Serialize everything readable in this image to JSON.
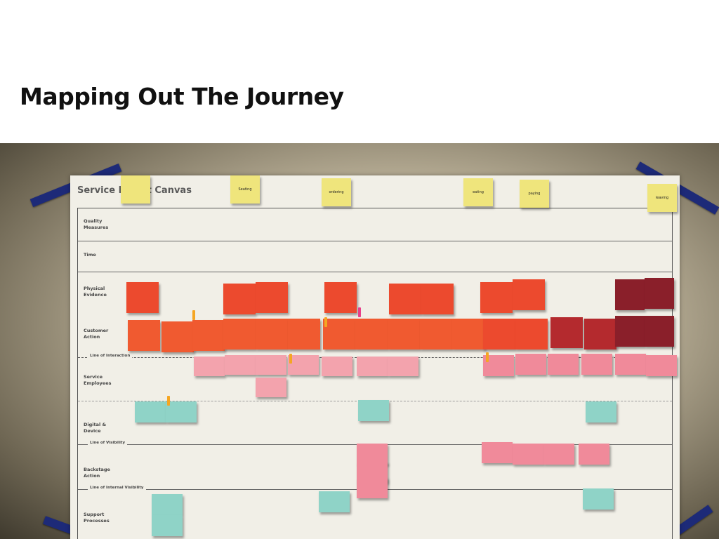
{
  "slide": {
    "title": "Mapping Out The Journey"
  },
  "board": {
    "title": "Service Bl…int Canvas",
    "rows": [
      "Quality Measures",
      "Time",
      "Physical Evidence",
      "Customer Action",
      "Service Employees",
      "Digital & Device",
      "Backstage Action",
      "Support Processes"
    ],
    "lines": {
      "interaction": "Line of Interaction",
      "visibility": "Line of Visibility",
      "internal": "Line of Internal Visibility"
    },
    "stages": [
      "Seating",
      "ordering",
      "eating",
      "paying",
      "leaving"
    ]
  },
  "colors": {
    "tape": "#1d2a78",
    "stage_note": "#efe57c",
    "evidence_note": "#ec4a2e",
    "action_note": "#f05a30",
    "employee_note": "#f3a3ad",
    "digital_note": "#8fd3c7"
  }
}
